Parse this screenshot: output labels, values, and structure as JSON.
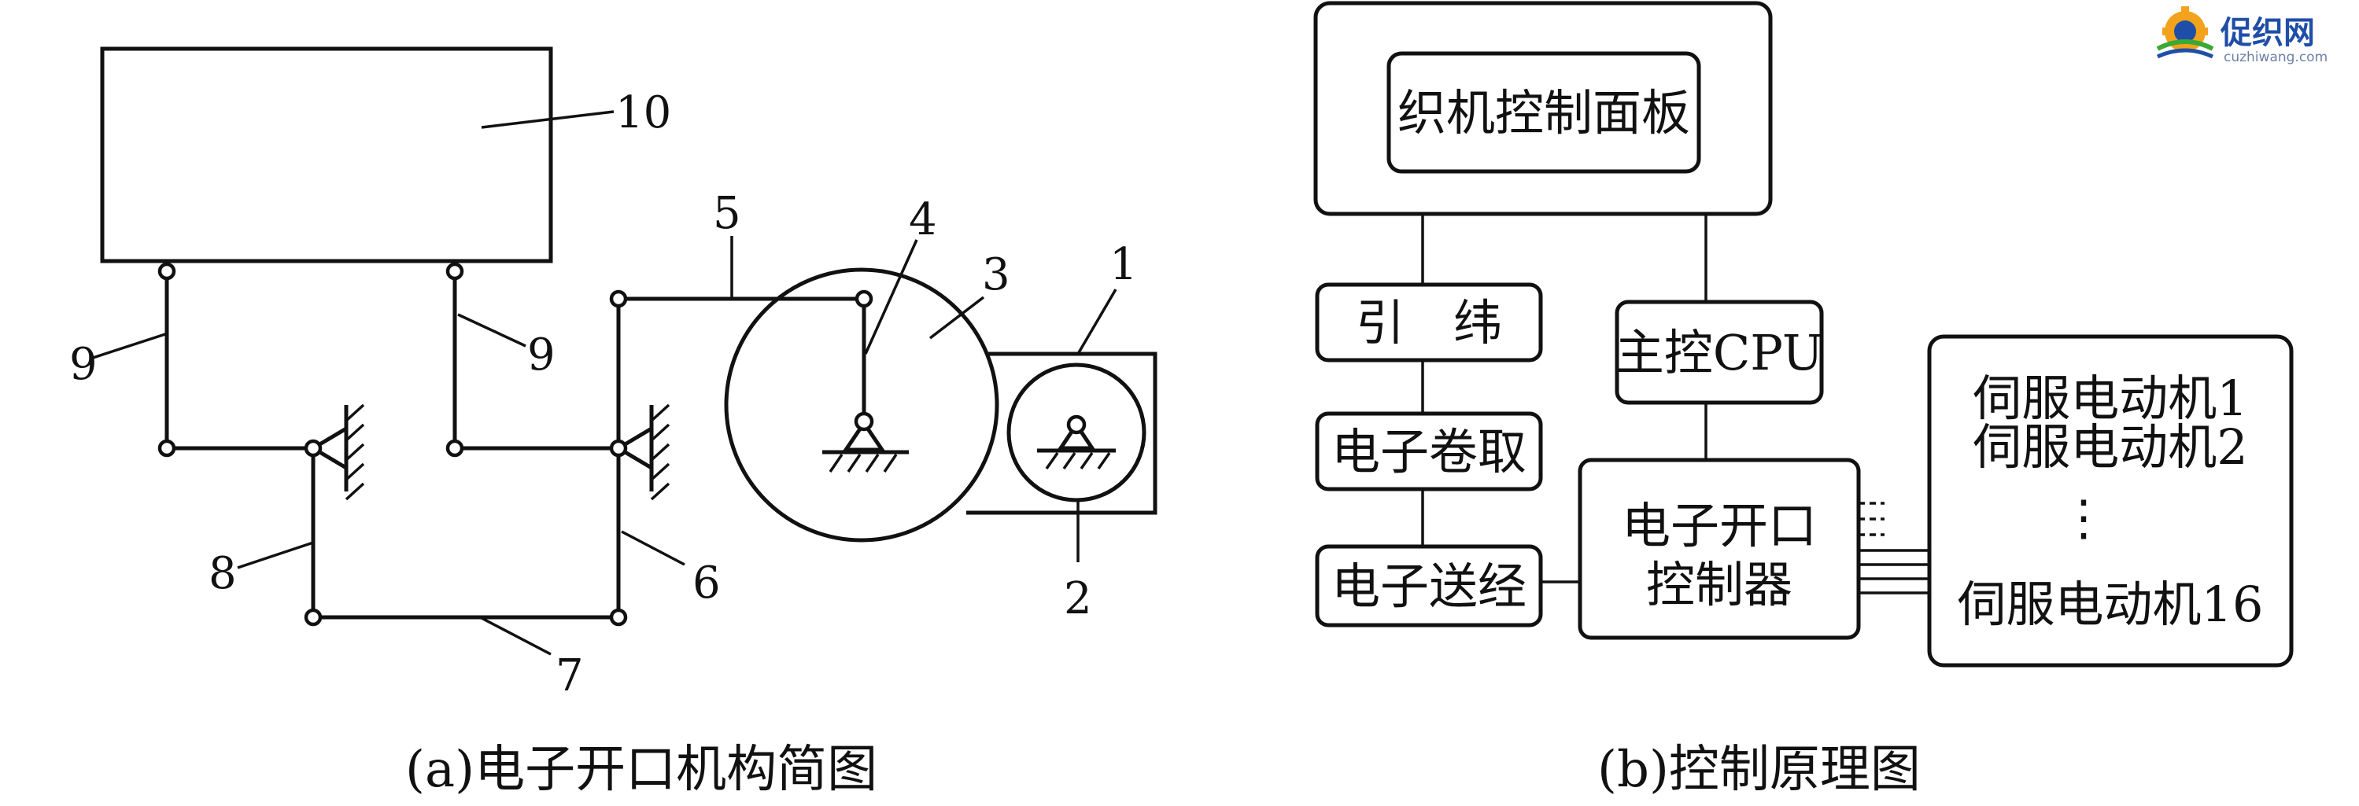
{
  "diagram_a": {
    "caption": "(a)电子开口机构简图",
    "labels": {
      "n1": "1",
      "n2": "2",
      "n3": "3",
      "n4": "4",
      "n5": "5",
      "n6": "6",
      "n7": "7",
      "n8": "8",
      "n9_left": "9",
      "n9_right": "9",
      "n10": "10"
    }
  },
  "diagram_b": {
    "caption": "(b)控制原理图",
    "boxes": {
      "panel": "织机控制面板",
      "weft": "引　纬",
      "takeup": "电子卷取",
      "letoff": "电子送经",
      "cpu": "主控CPU",
      "shedding_line1": "电子开口",
      "shedding_line2": "控制器",
      "servo1": "伺服电动机1",
      "servo2": "伺服电动机2",
      "servo_ellipsis": "⋮",
      "servo16": "伺服电动机16"
    }
  },
  "watermark": {
    "title": "促织网",
    "subtitle": "cuzhiwang.com",
    "colors": {
      "brand": "#1f4ea8",
      "accent": "#f2a31b",
      "green": "#3aa935"
    }
  }
}
